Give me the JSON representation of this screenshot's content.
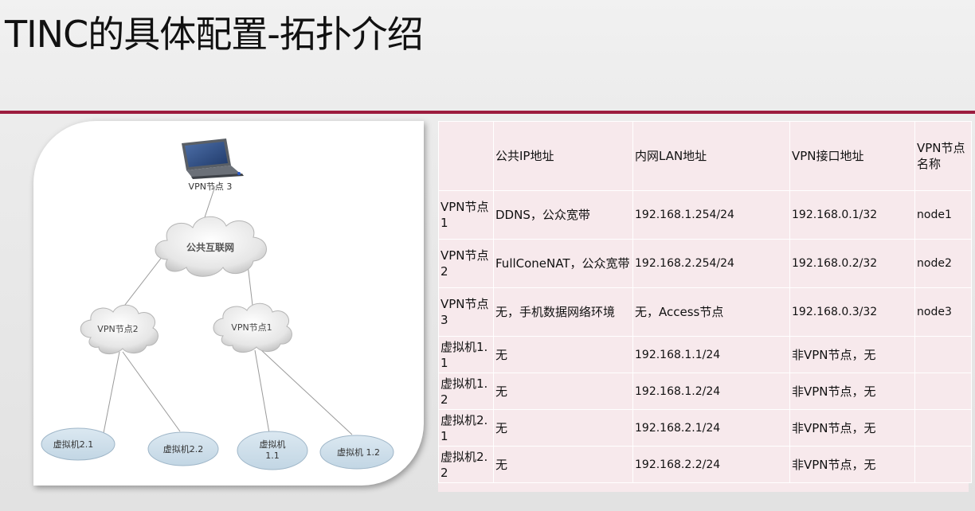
{
  "slide": {
    "title": "TINC的具体配置-拓扑介绍"
  },
  "diagram": {
    "laptop_label": "VPN节点 3",
    "internet_label": "公共互联网",
    "node2_label": "VPN节点2",
    "node1_label": "VPN节点1",
    "vm21_label": "虚拟机2.1",
    "vm22_label": "虚拟机2.2",
    "vm11_line1": "虚拟机",
    "vm11_line2": "1.1",
    "vm12_label": "虚拟机 1.2"
  },
  "table": {
    "headers": [
      "",
      "公共IP地址",
      "内网LAN地址",
      "VPN接口地址",
      "VPN节点名称"
    ],
    "rows": [
      [
        "VPN节点1",
        "DDNS，公众宽带",
        "192.168.1.254/24",
        "192.168.0.1/32",
        "node1"
      ],
      [
        "VPN节点2",
        "FullConeNAT，公众宽带",
        "192.168.2.254/24",
        "192.168.0.2/32",
        "node2"
      ],
      [
        "VPN节点3",
        "无，手机数据网络环境",
        "无，Access节点",
        "192.168.0.3/32",
        "node3"
      ],
      [
        "虚拟机1.1",
        "无",
        "192.168.1.1/24",
        "非VPN节点，无",
        ""
      ],
      [
        "虚拟机1.2",
        "无",
        "192.168.1.2/24",
        "非VPN节点，无",
        ""
      ],
      [
        "虚拟机2.1",
        "无",
        "192.168.2.1/24",
        "非VPN节点，无",
        ""
      ],
      [
        "虚拟机2.2",
        "无",
        "192.168.2.2/24",
        "非VPN节点，无",
        ""
      ]
    ]
  },
  "colors": {
    "accent_rule": "#9c1c3e",
    "table_fill": "#f7e9ec",
    "vm_ellipse": "#cfe0ec",
    "cloud_fill": "#e9e9e9"
  }
}
